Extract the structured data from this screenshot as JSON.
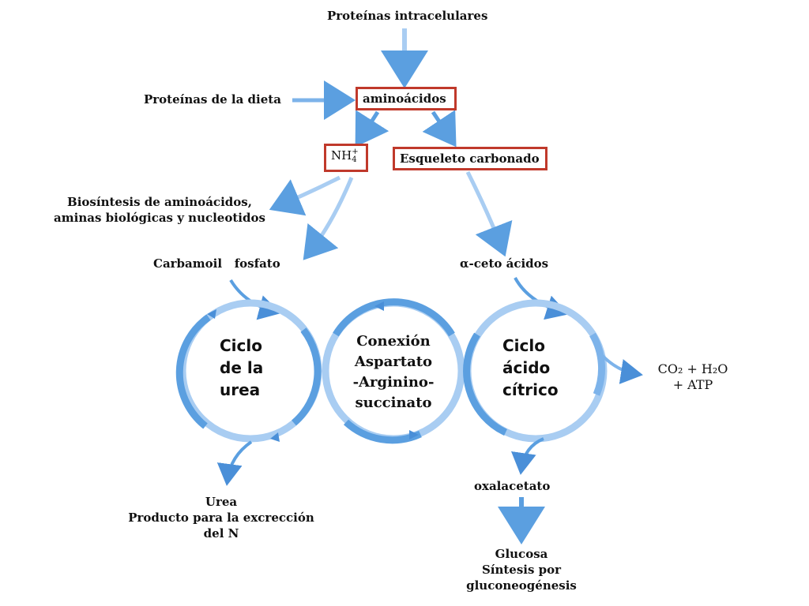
{
  "nodes": {
    "intracellular_proteins": "Proteínas intracelulares",
    "diet_proteins": "Proteínas de la dieta",
    "amino_acids": "aminoácidos",
    "ammonium": {
      "base": "NH",
      "sub": "4",
      "sup": "+"
    },
    "carbon_skeleton": "Esqueleto carbonado",
    "biosynthesis": [
      "Biosíntesis de aminoácidos,",
      "aminas biológicas y nucleotidos"
    ],
    "carbamoyl_phosphate": "Carbamoil   fosfato",
    "alpha_keto_acids": "α-ceto ácidos",
    "co2_products": {
      "line1": "CO₂ + H₂O",
      "line2": "+ ATP"
    },
    "oxaloacetate": "oxalacetato",
    "urea": [
      "Urea",
      "Producto para la excrección",
      "del N"
    ],
    "glucose": [
      "Glucosa",
      "Síntesis por",
      "gluconeogénesis"
    ]
  },
  "cycles": {
    "urea_cycle": [
      "Ciclo",
      "de la",
      "urea"
    ],
    "connection": [
      "Conexión",
      "Aspartato",
      "-Arginino-",
      "succinato"
    ],
    "citric_cycle": [
      "Ciclo",
      "ácido",
      "cítrico"
    ]
  },
  "colors": {
    "arrow": "#5b9fe0",
    "arrow_light": "#a9cdf2",
    "box_border": "#c0392b"
  }
}
